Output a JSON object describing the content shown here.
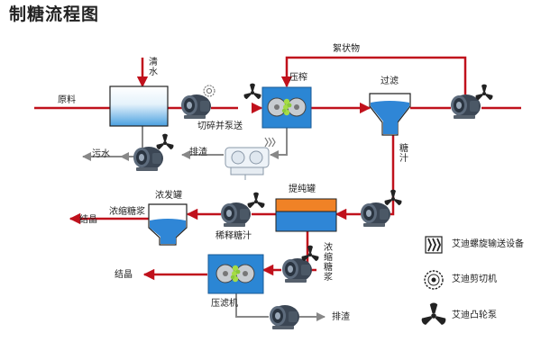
{
  "title": "制糖流程图",
  "labels": {
    "clean_water": "清水",
    "raw_material": "原料",
    "crush_pump": "切碎并泵送",
    "fiber": "絮状物",
    "press": "压榨",
    "filter": "过滤",
    "sugar_juice": "糖汁",
    "waste_water": "污水",
    "slag1": "排渣",
    "evaporator": "浓发罐",
    "purify_tank": "提纯罐",
    "conc_syrup1": "浓缩糖浆",
    "crystal1": "结晶",
    "thin_juice": "稀释糖汁",
    "conc_syrup2": "浓缩糖浆",
    "crystal2": "结晶",
    "filter_press": "压滤机",
    "slag2": "排渣"
  },
  "legend": [
    {
      "icon": "screw-conveyor-icon",
      "label": "艾迪螺旋输送设备"
    },
    {
      "icon": "shear-cutter-icon",
      "label": "艾迪剪切机"
    },
    {
      "icon": "rotary-lobe-pump-icon",
      "label": "艾迪凸轮泵"
    }
  ],
  "colors": {
    "flow": "#c0111c",
    "secondary_flow": "#888888",
    "water": "#3f95dd",
    "tank_top": "#f08226"
  }
}
